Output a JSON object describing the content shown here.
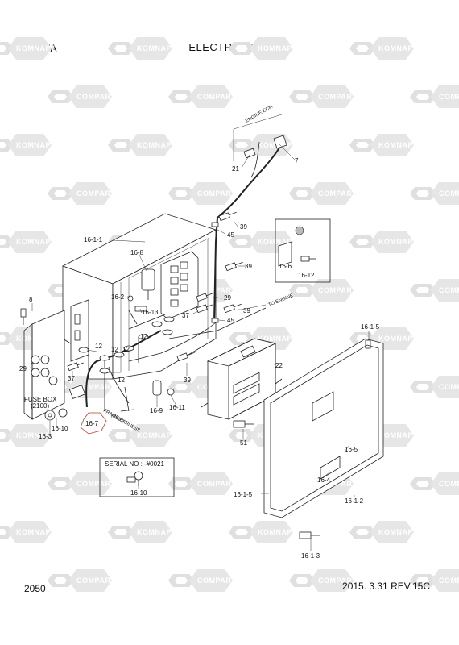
{
  "header": {
    "model": "R110-7A",
    "title": "ELECTRIC BOX"
  },
  "footer": {
    "page_number": "2050",
    "revision": "2015. 3.31  REV.15C"
  },
  "watermark": {
    "text_a": "KOMNAPT",
    "text_b": "COMPART"
  },
  "annotations": {
    "fuse_box": "FUSE BOX",
    "fuse_box_code": "(2100)",
    "frame_harness": "FRAME HARNESS",
    "frame_harness_code": "(2610)",
    "to_engine": "TO ENGINE",
    "engine_ecm": "ENGINE ECM",
    "serial_no": "SERIAL NO : -#0021"
  },
  "callouts": [
    {
      "id": "c-21",
      "text": "21"
    },
    {
      "id": "c-7",
      "text": "7"
    },
    {
      "id": "c-39a",
      "text": "39"
    },
    {
      "id": "c-45a",
      "text": "45"
    },
    {
      "id": "c-16-1-1",
      "text": "16-1-1"
    },
    {
      "id": "c-16-8",
      "text": "16-8"
    },
    {
      "id": "c-39b",
      "text": "39"
    },
    {
      "id": "c-16-6",
      "text": "16-6"
    },
    {
      "id": "c-16-12",
      "text": "16-12"
    },
    {
      "id": "c-8",
      "text": "8"
    },
    {
      "id": "c-16-2",
      "text": "16-2"
    },
    {
      "id": "c-16-13",
      "text": "16-13"
    },
    {
      "id": "c-29a",
      "text": "29"
    },
    {
      "id": "c-37a",
      "text": "37"
    },
    {
      "id": "c-45b",
      "text": "45"
    },
    {
      "id": "c-39c",
      "text": "39"
    },
    {
      "id": "c-12a",
      "text": "12"
    },
    {
      "id": "c-12b",
      "text": "12"
    },
    {
      "id": "c-12c",
      "text": "12"
    },
    {
      "id": "c-12d",
      "text": "12"
    },
    {
      "id": "c-12e",
      "text": "12"
    },
    {
      "id": "c-29b",
      "text": "29"
    },
    {
      "id": "c-37b",
      "text": "37"
    },
    {
      "id": "c-39d",
      "text": "39"
    },
    {
      "id": "c-22",
      "text": "22"
    },
    {
      "id": "c-16-1-5a",
      "text": "16-1-5"
    },
    {
      "id": "c-16-10a",
      "text": "16-10"
    },
    {
      "id": "c-16-3",
      "text": "16-3"
    },
    {
      "id": "c-16-7",
      "text": "16-7"
    },
    {
      "id": "c-16-9",
      "text": "16-9"
    },
    {
      "id": "c-16-11",
      "text": "16-11"
    },
    {
      "id": "c-51",
      "text": "51"
    },
    {
      "id": "c-16-5",
      "text": "16-5"
    },
    {
      "id": "c-16-4",
      "text": "16-4"
    },
    {
      "id": "c-16-1-5b",
      "text": "16-1-5"
    },
    {
      "id": "c-16-1-2",
      "text": "16-1-2"
    },
    {
      "id": "c-16-10b",
      "text": "16-10"
    },
    {
      "id": "c-16-1-3",
      "text": "16-1-3"
    }
  ]
}
